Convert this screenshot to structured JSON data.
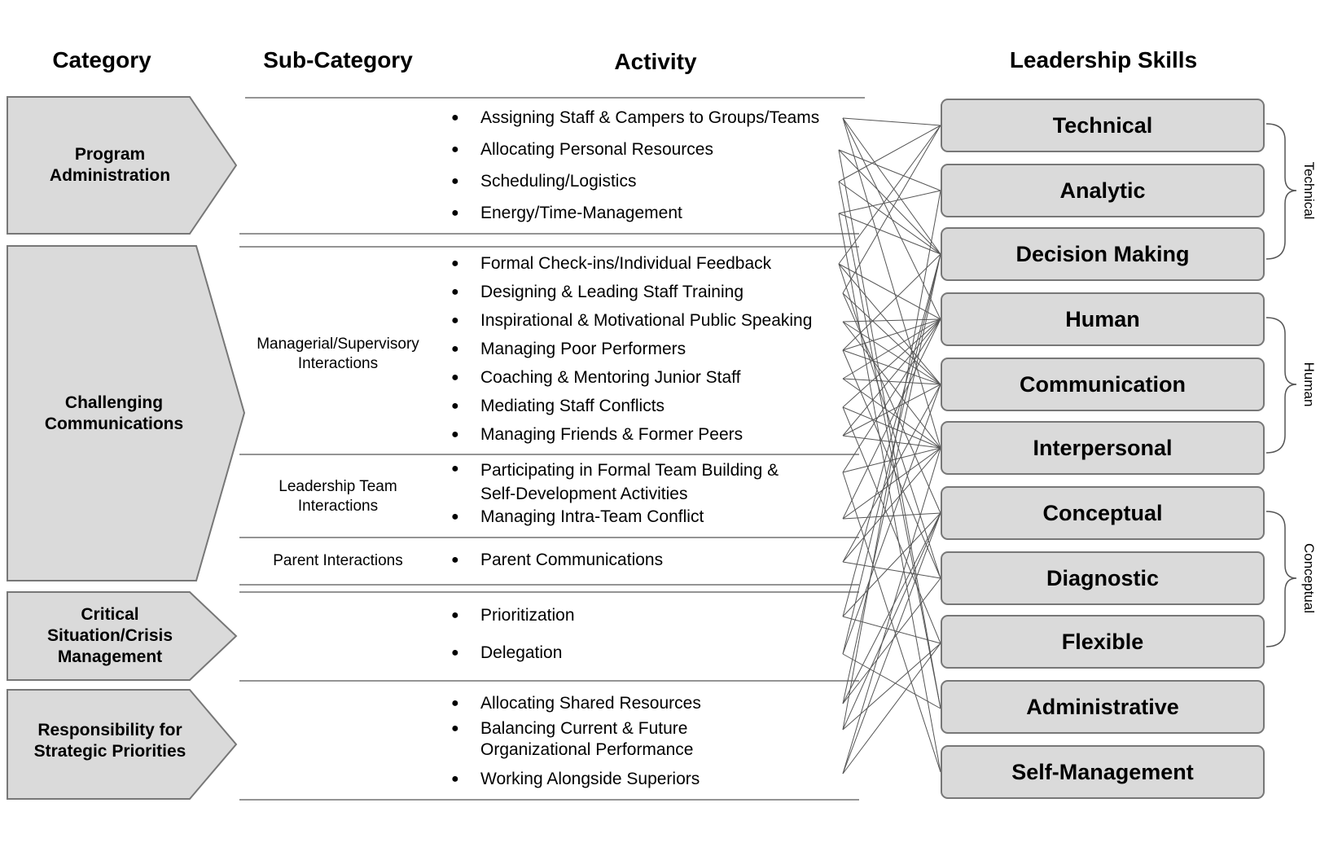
{
  "headers": {
    "category": "Category",
    "subcategory": "Sub-Category",
    "activity": "Activity",
    "skills": "Leadership Skills"
  },
  "categories": [
    {
      "label": "Program\nAdministration"
    },
    {
      "label": "Challenging\nCommunications"
    },
    {
      "label": "Critical\nSituation/Crisis\nManagement"
    },
    {
      "label": "Responsibility for\nStrategic Priorities"
    }
  ],
  "subcategories": [
    {
      "label": "Managerial/Supervisory\nInteractions"
    },
    {
      "label": "Leadership Team\nInteractions"
    },
    {
      "label": "Parent Interactions"
    }
  ],
  "activities": [
    "Assigning Staff & Campers to Groups/Teams",
    "Allocating Personal Resources",
    "Scheduling/Logistics",
    "Energy/Time-Management",
    "Formal Check-ins/Individual Feedback",
    "Designing & Leading Staff Training",
    "Inspirational & Motivational Public Speaking",
    "Managing Poor Performers",
    "Coaching & Mentoring Junior Staff",
    "Mediating Staff Conflicts",
    "Managing Friends & Former Peers",
    "Participating in Formal Team Building &\nSelf-Development Activities",
    "Managing Intra-Team Conflict",
    "Parent Communications",
    "Prioritization",
    "Delegation",
    "Allocating Shared Resources",
    "Balancing Current & Future\nOrganizational Performance",
    "Working Alongside Superiors"
  ],
  "bullet": "●",
  "skills": [
    "Technical",
    "Analytic",
    "Decision Making",
    "Human",
    "Communication",
    "Interpersonal",
    "Conceptual",
    "Diagnostic",
    "Flexible",
    "Administrative",
    "Self-Management"
  ],
  "skill_groups": [
    "Technical",
    "Human",
    "Conceptual"
  ],
  "colors": {
    "box_fill": "#dadada",
    "box_stroke": "#777777",
    "line": "#555555"
  }
}
